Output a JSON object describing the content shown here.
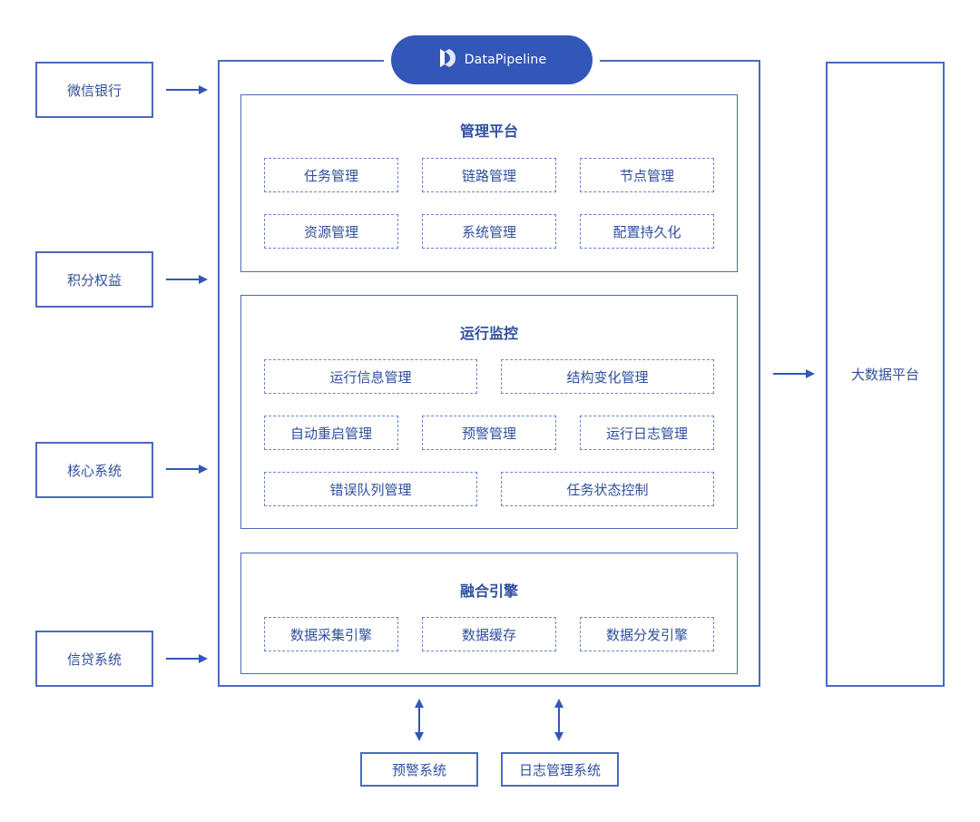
{
  "logo": {
    "text": "DataPipeline"
  },
  "sources": [
    "微信银行",
    "积分权益",
    "核心系统",
    "信贷系统"
  ],
  "target": "大数据平台",
  "panels": {
    "management": {
      "title": "管理平台",
      "items": [
        "任务管理",
        "链路管理",
        "节点管理",
        "资源管理",
        "系统管理",
        "配置持久化"
      ]
    },
    "monitoring": {
      "title": "运行监控",
      "items": [
        "运行信息管理",
        "结构变化管理",
        "自动重启管理",
        "预警管理",
        "运行日志管理",
        "错误队列管理",
        "任务状态控制"
      ]
    },
    "engine": {
      "title": "融合引擎",
      "items": [
        "数据采集引擎",
        "数据缓存",
        "数据分发引擎"
      ]
    }
  },
  "bottom_systems": [
    "预警系统",
    "日志管理系统"
  ],
  "colors": {
    "primary": "#3357b8",
    "border": "#4a6abf",
    "text": "#2f4f9e"
  }
}
